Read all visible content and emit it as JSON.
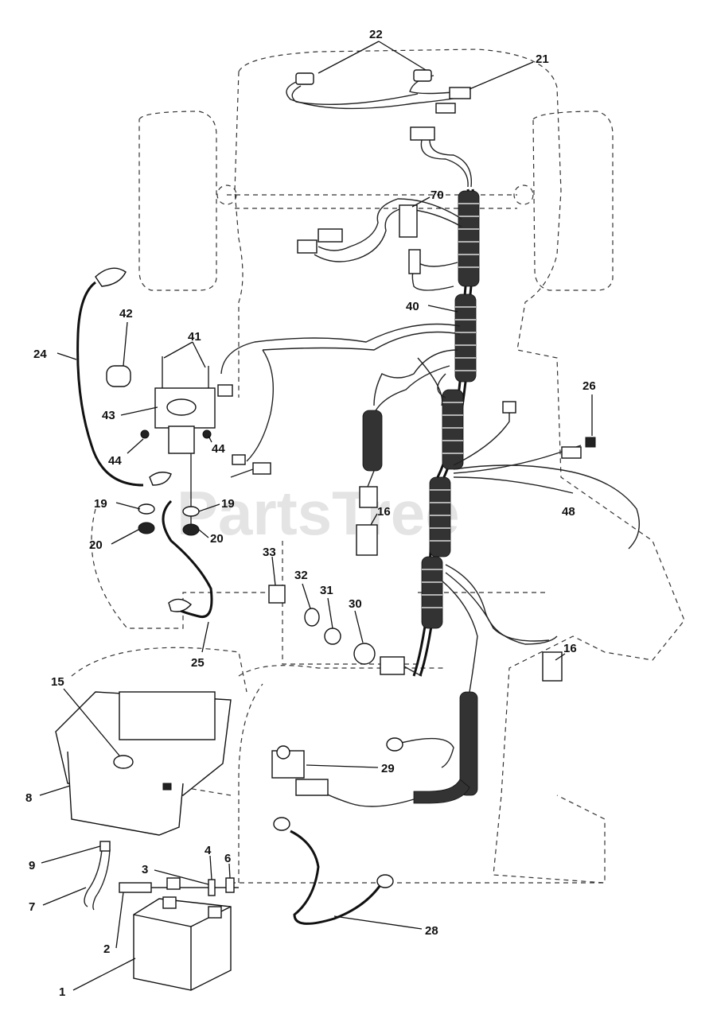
{
  "watermark": "PartsTree",
  "callouts": [
    "22",
    "21",
    "70",
    "40",
    "42",
    "41",
    "24",
    "43",
    "44",
    "44",
    "26",
    "19",
    "19",
    "16",
    "48",
    "20",
    "20",
    "33",
    "32",
    "31",
    "30",
    "25",
    "16",
    "15",
    "29",
    "8",
    "9",
    "4",
    "6",
    "3",
    "7",
    "28",
    "2",
    "1"
  ]
}
